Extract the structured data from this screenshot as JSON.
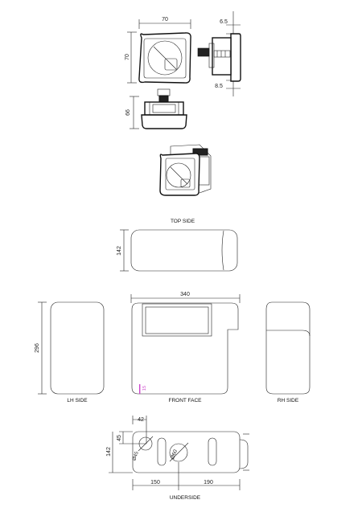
{
  "dimensions": {
    "valve_width": "70",
    "valve_height": "70",
    "valve_side_top": "6.5",
    "valve_side_bottom": "8.5",
    "valve_top_height": "66",
    "cistern_depth": "142",
    "cistern_width": "340",
    "cistern_height": "296",
    "front_marker": "15",
    "underside_depth": "142",
    "underside_hole_offset_x": "42",
    "underside_hole_offset_y": "45",
    "underside_hole_dia_small": "Ø45",
    "underside_hole_dia_large": "Ø60",
    "underside_left": "150",
    "underside_right": "190"
  },
  "captions": {
    "top_side": "TOP SIDE",
    "lh_side": "LH SIDE",
    "front_face": "FRONT FACE",
    "rh_side": "RH SIDE",
    "underside": "UNDERSIDE"
  },
  "colors": {
    "line": "#111111",
    "marker": "#cc44cc"
  }
}
